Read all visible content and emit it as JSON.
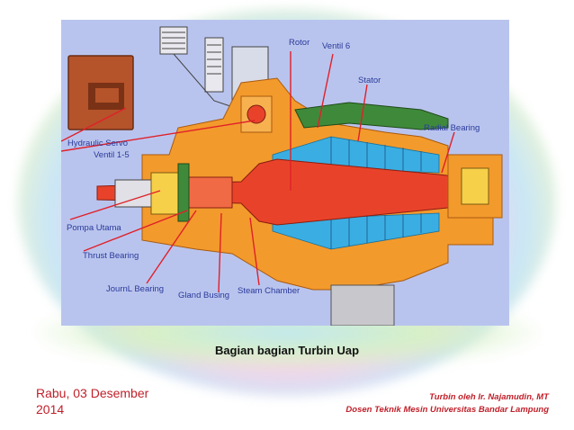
{
  "slide": {
    "caption": "Bagian bagian Turbin Uap",
    "date": "Rabu, 03 Desember 2014",
    "author_line1": "Turbin  oleh  Ir. Najamudin,  MT",
    "author_line2": "Dosen Teknik Mesin Universitas Bandar Lampung"
  },
  "diagram": {
    "labels": {
      "rotor": "Rotor",
      "ventil6": "Ventil 6",
      "stator": "Stator",
      "radial_bearing": "Radial Bearing",
      "hydraulic_servo": "Hydraulic Servo",
      "ventil15": "Ventil 1-5",
      "pompa_utama": "Pompa Utama",
      "thrust_bearing": "Thrust Bearing",
      "journl_bearing": "JournL Bearing",
      "gland_busing": "Gland Busing",
      "steam_chamber": "Steam Chamber"
    },
    "colors": {
      "rotor": "#e8432a",
      "casing": "#f39a2c",
      "stator": "#3aaee2",
      "servo": "#b5532a",
      "valve_arm": "#3f8a3a",
      "leader": "#e0202a",
      "label": "#2a3a9a",
      "background": "#b9c4ee"
    }
  }
}
